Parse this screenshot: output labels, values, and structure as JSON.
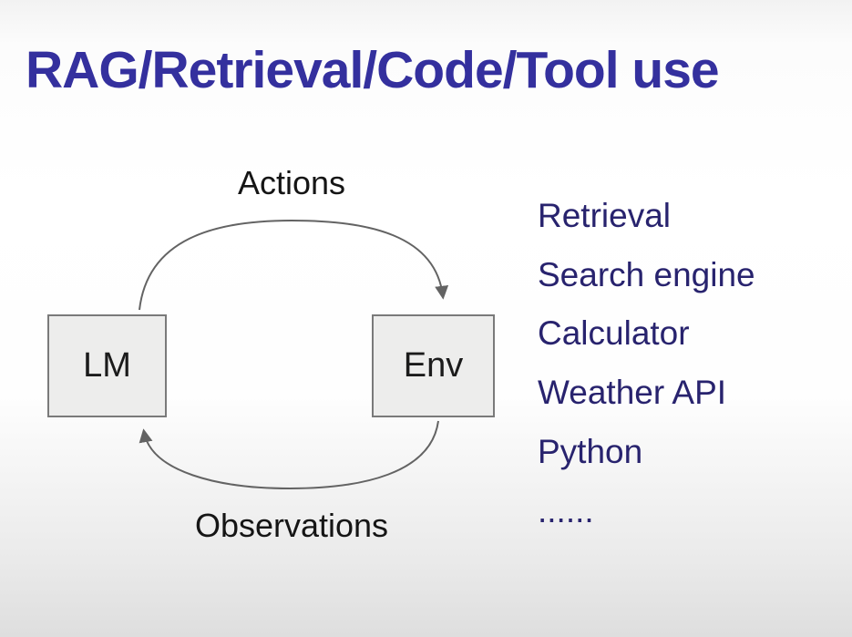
{
  "slide": {
    "title": "RAG/Retrieval/Code/Tool use"
  },
  "diagram": {
    "actions_label": "Actions",
    "observations_label": "Observations",
    "lm_box_label": "LM",
    "env_box_label": "Env"
  },
  "tool_list": {
    "items": [
      "Retrieval",
      "Search engine",
      "Calculator",
      "Weather API",
      "Python",
      "......"
    ]
  },
  "colors": {
    "title_text": "#34309e",
    "tool_list_text": "#28236e",
    "diagram_label_text": "#151515",
    "box_fill": "#ededec",
    "box_border": "#7a7a7a",
    "arrow_stroke": "#636363",
    "background_top": "#f2f2f2",
    "background_middle": "#ffffff",
    "background_bottom": "#dedede"
  }
}
